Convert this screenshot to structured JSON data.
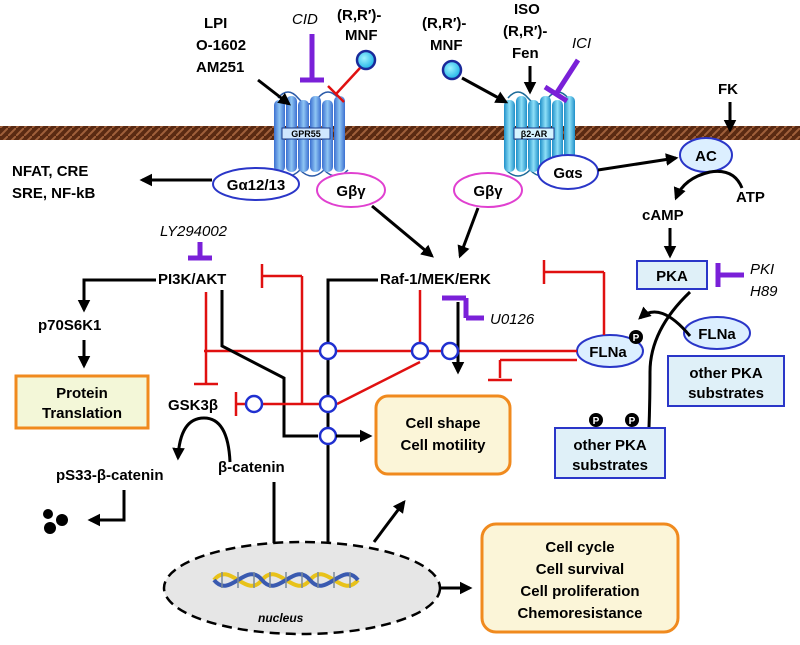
{
  "ligands": {
    "lpi": "LPI",
    "o1602": "O-1602",
    "am251": "AM251",
    "cid": "CID",
    "mnf1_a": "(R,R′)-",
    "mnf1_b": "MNF",
    "mnf2_a": "(R,R′)-",
    "mnf2_b": "MNF",
    "iso": "ISO",
    "fen_a": "(R,R′)-",
    "fen_b": "Fen",
    "ici": "ICI",
    "fk": "FK"
  },
  "receptors": {
    "gpr55": "GPR55",
    "b2ar": "β2-AR"
  },
  "gproteins": {
    "ga1213": "Gα12/13",
    "gbg1": "Gβγ",
    "gbg2": "Gβγ",
    "gas": "Gαs"
  },
  "camp_branch": {
    "ac": "AC",
    "atp": "ATP",
    "camp": "cAMP",
    "pka": "PKA",
    "pki": "PKI",
    "h89": "H89",
    "flna": "FLNa",
    "flna_p": "FLNa",
    "p_badge": "P",
    "other_pka_1a": "other PKA",
    "other_pka_1b": "substrates",
    "other_pka_2a": "other PKA",
    "other_pka_2b": "substrates"
  },
  "left_branch": {
    "nfat_1": "NFAT, CRE",
    "nfat_2": "SRE, NF-kB",
    "ly294002": "LY294002",
    "pi3k": "PI3K/AKT",
    "p70": "p70S6K1",
    "protein_1": "Protein",
    "protein_2": "Translation",
    "gsk3b": "GSK3β",
    "ps33": "pS33-β-catenin",
    "bcat": "β-catenin"
  },
  "center": {
    "raf": "Raf-1/MEK/ERK",
    "u0126": "U0126",
    "shape_1": "Cell shape",
    "shape_2": "Cell motility"
  },
  "outcomes": {
    "o1": "Cell cycle",
    "o2": "Cell survival",
    "o3": "Cell proliferation",
    "o4": "Chemoresistance"
  },
  "nucleus": "nucleus",
  "colors": {
    "membrane_brown": "#6b3318",
    "receptor_blue": "#5aa9e0",
    "inhibitor_purple": "#7a20d8",
    "inhibit_red": "#e01010",
    "node_blue": "#2030d0",
    "orange_border": "#f08a1e",
    "cream_fill": "#fbf5d8",
    "pka_fill": "#dff0f8",
    "nucleus_fill": "#e6e6e6",
    "ga_border": "#2a36c8",
    "gbg_border": "#e040d0"
  }
}
